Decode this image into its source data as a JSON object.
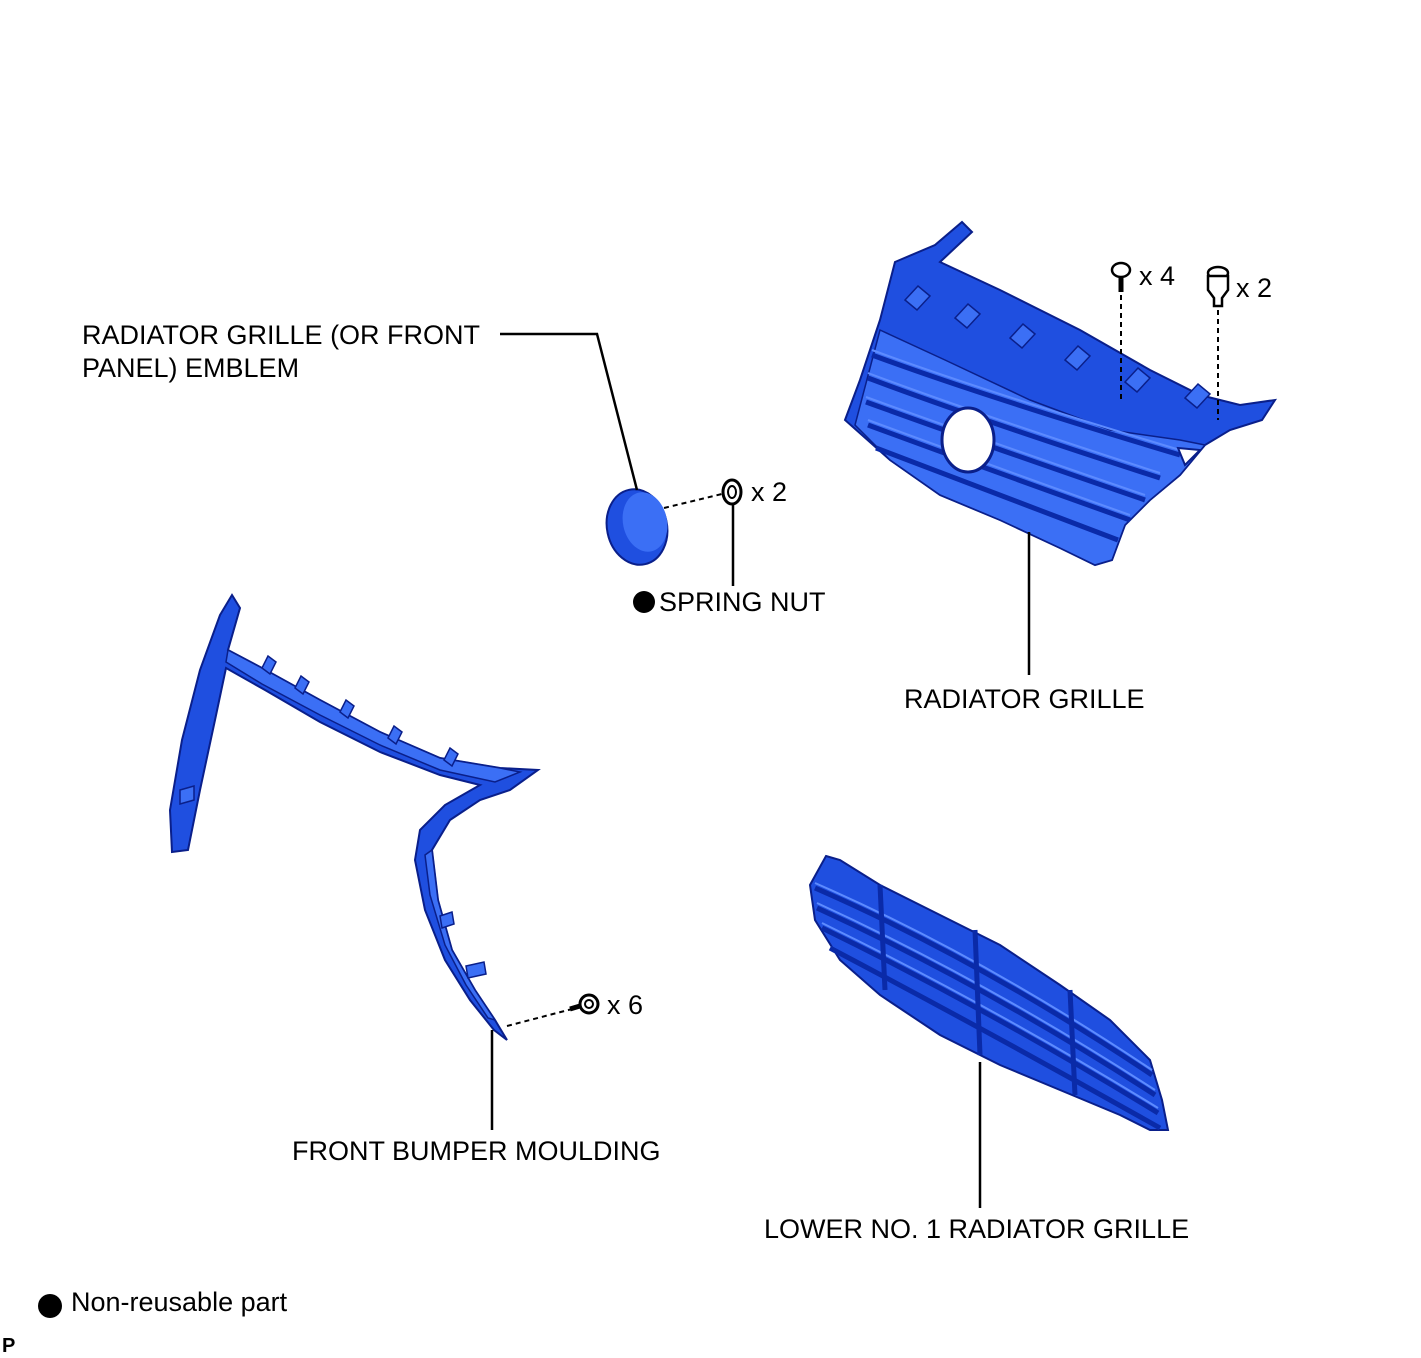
{
  "labels": {
    "emblem_line1": "RADIATOR GRILLE (OR FRONT",
    "emblem_line2": "PANEL) EMBLEM",
    "spring_nut": "SPRING NUT",
    "radiator_grille": "RADIATOR GRILLE",
    "front_bumper_moulding": "FRONT BUMPER MOULDING",
    "lower_grille": "LOWER NO. 1 RADIATOR GRILLE",
    "legend": "Non-reusable part",
    "corner_mark": "P"
  },
  "quantities": {
    "spring_nut": "x 2",
    "grille_screw": "x 4",
    "grille_clip": "x 2",
    "moulding_screw": "x 6"
  },
  "colors": {
    "part_fill": "#1f4fe0",
    "part_edge": "#0a1f8a",
    "ink": "#000000",
    "background": "#ffffff"
  },
  "icons": {
    "non_reusable": "filled-circle-icon",
    "spring_nut": "spring-nut-icon",
    "screw": "screw-icon",
    "clip": "clip-icon"
  }
}
